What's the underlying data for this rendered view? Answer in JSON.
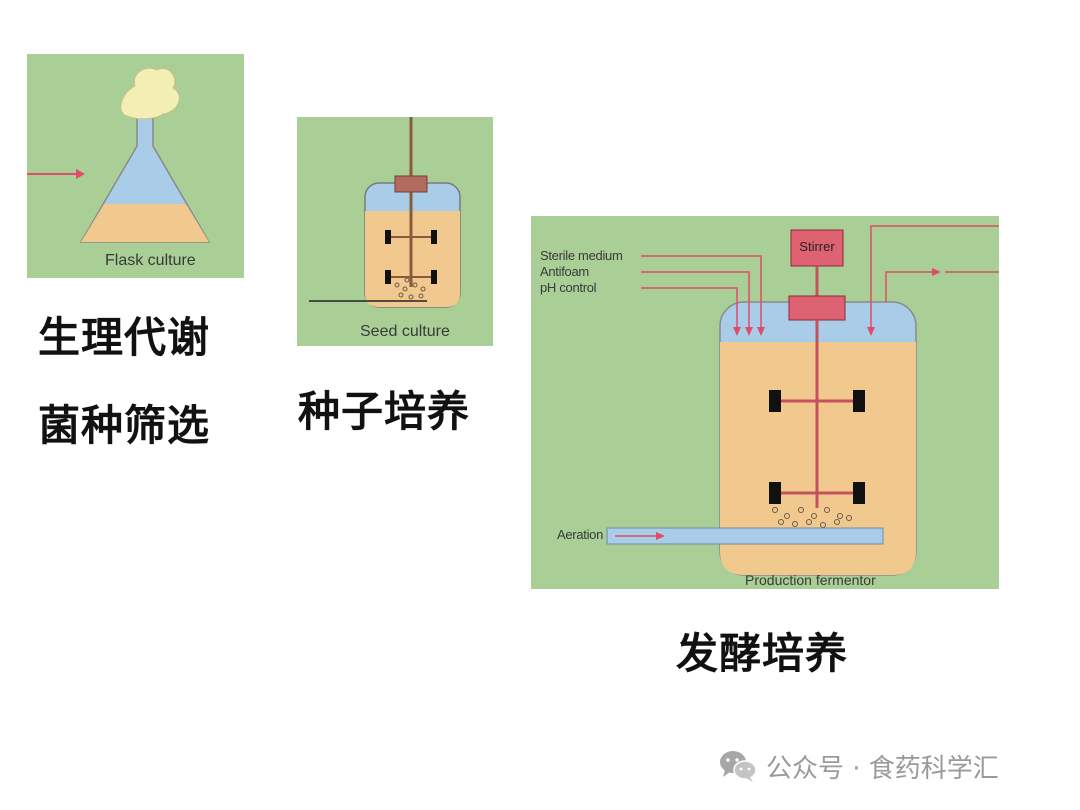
{
  "colors": {
    "panel_bg": "#a9cf96",
    "medium": "#f1c98e",
    "headspace": "#a9cce8",
    "cotton": "#f3efb4",
    "accent_red": "#e04d6a",
    "stirrer_box": "#de6272",
    "shaft": "#c5515c",
    "paddle": "#111111"
  },
  "panels": {
    "flask": {
      "label": "Flask culture"
    },
    "seed": {
      "label": "Seed culture"
    },
    "production": {
      "inputs": [
        "Sterile medium",
        "Antifoam",
        "pH control"
      ],
      "stirrer": "Stirrer",
      "aeration": "Aeration",
      "label": "Production fermentor"
    }
  },
  "captions": {
    "flask_line1": "生理代谢",
    "flask_line2": "菌种筛选",
    "seed": "种子培养",
    "production": "发酵培养"
  },
  "watermark": {
    "icon": "wechat-icon",
    "text": "公众号 · 食药科学汇"
  }
}
